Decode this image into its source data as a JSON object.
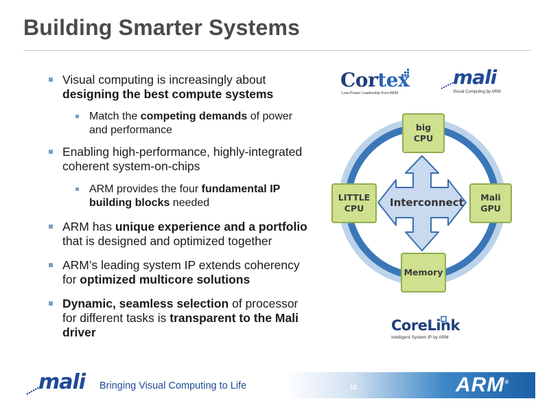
{
  "title": "Building Smarter Systems",
  "bullets": [
    {
      "level": 1,
      "lines": [
        [
          {
            "t": "Visual computing is increasingly about",
            "b": false
          }
        ],
        [
          {
            "t": "designing the best compute systems",
            "b": true
          }
        ]
      ]
    },
    {
      "level": 2,
      "lines": [
        [
          {
            "t": "Match the ",
            "b": false
          },
          {
            "t": "competing demands",
            "b": true
          },
          {
            "t": " of power",
            "b": false
          }
        ],
        [
          {
            "t": "and performance",
            "b": false
          }
        ]
      ]
    },
    {
      "level": 1,
      "lines": [
        [
          {
            "t": "Enabling high-performance, highly-integrated",
            "b": false
          }
        ],
        [
          {
            "t": "coherent system-on-chips",
            "b": false
          }
        ]
      ]
    },
    {
      "level": 2,
      "lines": [
        [
          {
            "t": "ARM provides the four ",
            "b": false
          },
          {
            "t": "fundamental IP",
            "b": true
          }
        ],
        [
          {
            "t": "building blocks",
            "b": true
          },
          {
            "t": " needed",
            "b": false
          }
        ]
      ]
    },
    {
      "level": 1,
      "lines": [
        [
          {
            "t": "ARM has ",
            "b": false
          },
          {
            "t": "unique experience and a portfolio",
            "b": true
          }
        ],
        [
          {
            "t": "that is designed and optimized together",
            "b": false
          }
        ]
      ]
    },
    {
      "level": 1,
      "lines": [
        [
          {
            "t": "ARM’s leading system IP extends coherency",
            "b": false
          }
        ],
        [
          {
            "t": "for ",
            "b": false
          },
          {
            "t": "optimized multicore solutions",
            "b": true
          }
        ]
      ]
    },
    {
      "level": 1,
      "lines": [
        [
          {
            "t": "Dynamic, seamless selection",
            "b": true
          },
          {
            "t": " of processor",
            "b": false
          }
        ],
        [
          {
            "t": "for different tasks is ",
            "b": false
          },
          {
            "t": "transparent to the Mali",
            "b": true
          }
        ],
        [
          {
            "t": "driver",
            "b": true
          }
        ]
      ]
    }
  ],
  "logos": {
    "cortex": {
      "word_a": "Cor",
      "word_b": "tex",
      "sub": "Low-Power Leadership from ARM"
    },
    "mali_top": {
      "word": "mali",
      "sub": "Visual Computing by ARM"
    },
    "corelink": {
      "word": "CoreLink",
      "sub": "Intelligent System IP by ARM"
    },
    "mali_footer": {
      "word": "mali"
    }
  },
  "diagram": {
    "center": "Interconnect",
    "top": "big\nCPU",
    "left": "LITTLE\nCPU",
    "right": "Mali\nGPU",
    "bottom": "Memory"
  },
  "footer": {
    "tagline": "Bringing Visual Computing to Life",
    "page_number": "10",
    "arm": "ARM",
    "arm_mark": "®"
  },
  "colors": {
    "accent_blue": "#2a66b5",
    "ring_blue": "#3a77b8",
    "box_green": "#cfe08e",
    "arrow_fill": "#c9d9ee"
  }
}
